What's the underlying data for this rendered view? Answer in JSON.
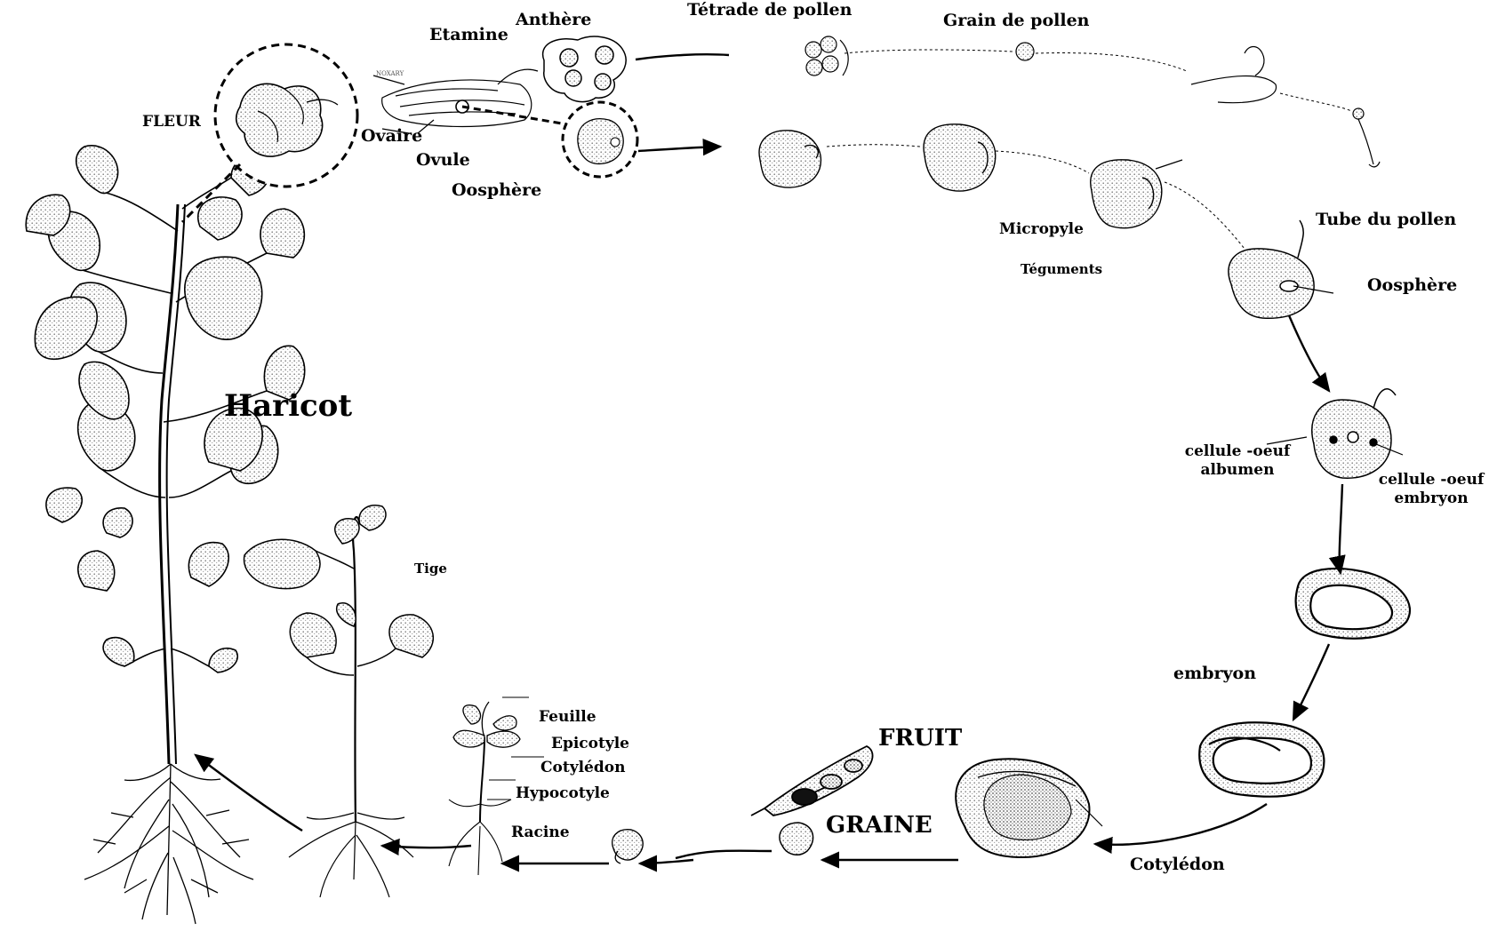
{
  "labels": {
    "etamine": "Etamine",
    "anthere": "Anthère",
    "tetrade": "Tétrade de pollen",
    "grain": "Grain de pollen",
    "fleur": "FLEUR",
    "ovaire": "Ovaire",
    "ovule": "Ovule",
    "oosphere_top": "Oosphère",
    "micropyle": "Micropyle",
    "teguments": "Téguments",
    "tube": "Tube du pollen",
    "oosphere_right": "Oosphère",
    "cellule_albumen_1": "cellule -oeuf",
    "cellule_albumen_2": "albumen",
    "cellule_embryon_1": "cellule -oeuf",
    "cellule_embryon_2": "embryon",
    "haricot": "Haricot",
    "tige": "Tige",
    "embryon": "embryon",
    "fruit": "FRUIT",
    "graine": "GRAINE",
    "cotyledon_main": "Cotylédon",
    "feuille": "Feuille",
    "epicotyle": "Epicotyle",
    "cotyledon_seedling": "Cotylédon",
    "hypocotyle": "Hypocotyle",
    "racine": "Racine",
    "noxary": "NOXARY"
  },
  "colors": {
    "ink": "#000000",
    "stipple": "#9a9a9a",
    "background": "#ffffff"
  }
}
